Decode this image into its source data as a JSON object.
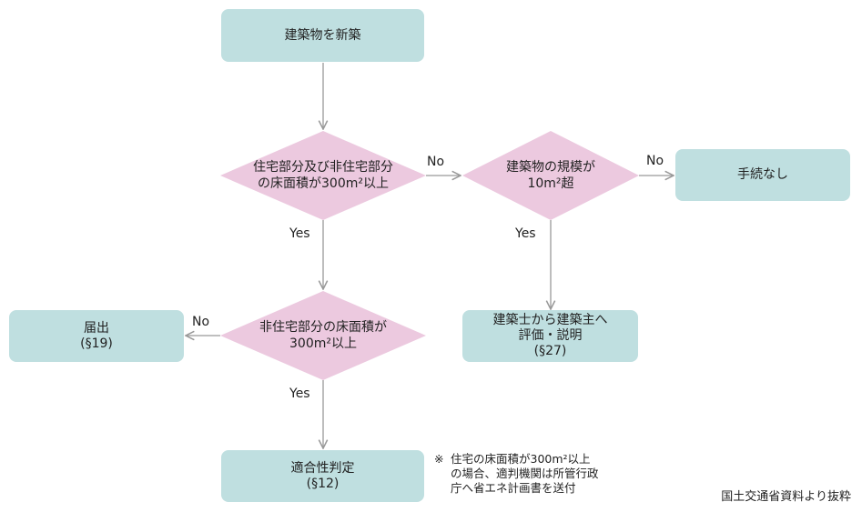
{
  "nodes": {
    "start": "建築物を新築",
    "q_total_line1": "住宅部分及び非住宅部分",
    "q_total_line2": "の床面積が300m²以上",
    "q_scale_line1": "建築物の規模が",
    "q_scale_line2": "10m²超",
    "no_procedure": "手続なし",
    "q_nonres_line1": "非住宅部分の床面積が",
    "q_nonres_line2": "300m²以上",
    "notify_line1": "届出",
    "notify_line2": "(§19)",
    "explain_line1": "建築士から建築主へ",
    "explain_line2": "評価・説明",
    "explain_line3": "(§27)",
    "conform_line1": "適合性判定",
    "conform_line2": "(§12)"
  },
  "labels": {
    "no_1": "No",
    "no_2": "No",
    "no_3": "No",
    "yes_1": "Yes",
    "yes_2": "Yes",
    "yes_3": "Yes"
  },
  "note": {
    "mark": "※",
    "line1": "住宅の床面積が300m²以上",
    "line2": "の場合、適判機関は所管行政",
    "line3": "庁へ省エネ計画書を送付"
  },
  "source": "国土交通省資料より抜粋",
  "colors": {
    "process_box": "#bfdfe0",
    "decision_diamond": "#ecc9df",
    "connector": "#999999"
  }
}
